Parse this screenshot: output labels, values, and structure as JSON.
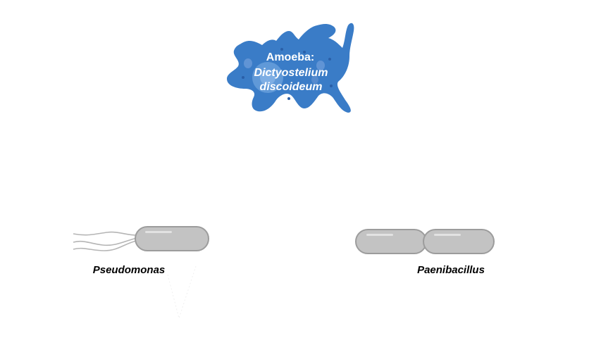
{
  "amoeba": {
    "title": "Amoeba:",
    "species_line1": "Dictyostelium",
    "species_line2": "discoideum"
  },
  "bacteria": [
    {
      "label": "Pseudomonas"
    },
    {
      "label": "Paenibacillus"
    }
  ],
  "colors": {
    "amoeba_body": "#3a7cc7",
    "amoeba_nucleus": "#7fb0e6",
    "bacteria_fill": "#c3c3c3",
    "bacteria_stroke": "#9c9c9c",
    "flagella": "#b5b5b5"
  }
}
